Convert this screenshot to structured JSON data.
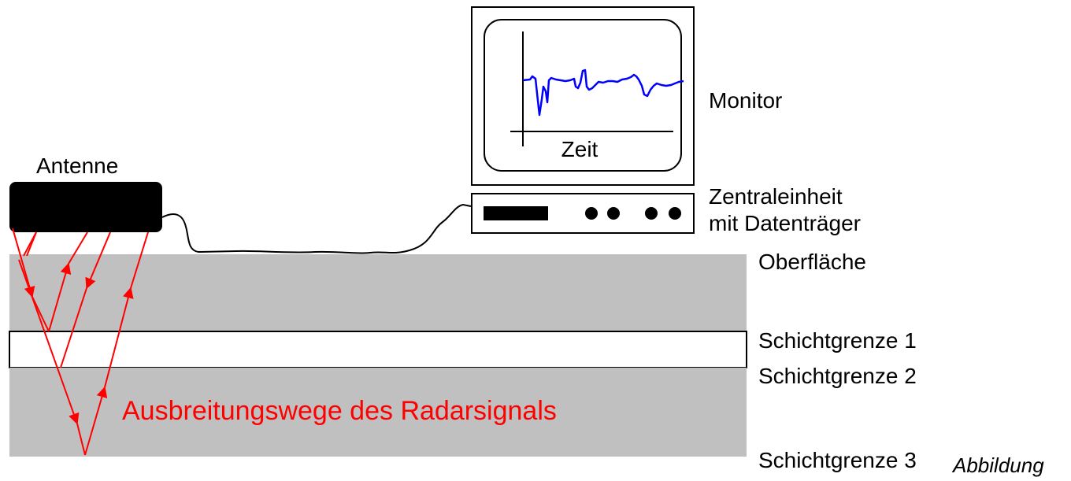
{
  "labels": {
    "antenna": "Antenne",
    "monitor": "Monitor",
    "monitor_axis": "Zeit",
    "central_unit_line1": "Zentraleinheit",
    "central_unit_line2": "mit Datenträger",
    "surface": "Oberfläche",
    "boundary1": "Schichtgrenze 1",
    "boundary2": "Schichtgrenze 2",
    "boundary3": "Schichtgrenze 3",
    "signal_paths": "Ausbreitungswege des Radarsignals",
    "caption": "Abbildung"
  },
  "colors": {
    "layer_fill": "#c0c0c0",
    "signal": "#ff0000",
    "trace": "#0000ff",
    "outline": "#000000"
  }
}
